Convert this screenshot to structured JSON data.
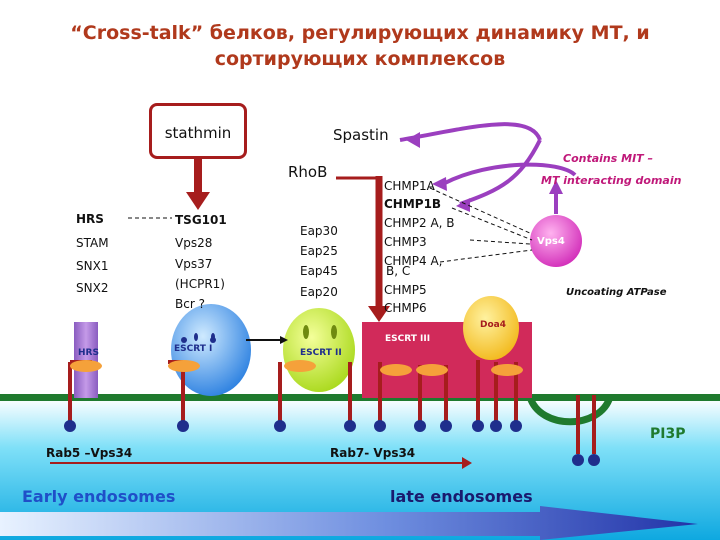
{
  "title": "“Cross-talk” белков, регулирующих динамику МТ, и сортирующих комплексов",
  "stathmin": "stathmin",
  "spastin": "Spastin",
  "rhob": "RhoB",
  "mit_note": {
    "line1": "Contains MIT –",
    "line2": "MT interacting domain"
  },
  "uncoating": "Uncoating ATPase",
  "hrs_column": {
    "header": "HRS",
    "items": [
      "STAM",
      "SNX1",
      "SNX2"
    ]
  },
  "tsg_column": {
    "header": "TSG101",
    "items": [
      "Vps28",
      "Vps37",
      "(HCPR1)",
      "Bcr ?"
    ]
  },
  "eap_column": {
    "items": [
      "Eap30",
      "Eap25",
      "Eap45",
      "Eap20"
    ]
  },
  "chmp_column": {
    "items": [
      "CHMP1A",
      "CHMP1B",
      "CHMP2 A, B",
      "CHMP3",
      "CHMP4 A,",
      "B, C",
      "CHMP5",
      "CHMP6"
    ]
  },
  "complexes": {
    "hrs": "HRS",
    "escrt1": "ESCRT I",
    "escrt2": "ESCRT II",
    "escrt3": "ESCRT III",
    "vps4": "Vps4",
    "doa4": "Doa4"
  },
  "pi3p": "PI3P",
  "rab_labels": {
    "early": "Rab5 –Vps34",
    "late": "Rab7- Vps34"
  },
  "endosomes": {
    "early": "Early endosomes",
    "late": "late endosomes"
  },
  "colors": {
    "title": "#b0391c",
    "dark_red": "#a61d1d",
    "purple": "#9b3fbf",
    "magenta": "#d43bb8",
    "membrane_green": "#1f7a2e",
    "cyan": "#30b8e6",
    "navy": "#1f2e8c"
  }
}
